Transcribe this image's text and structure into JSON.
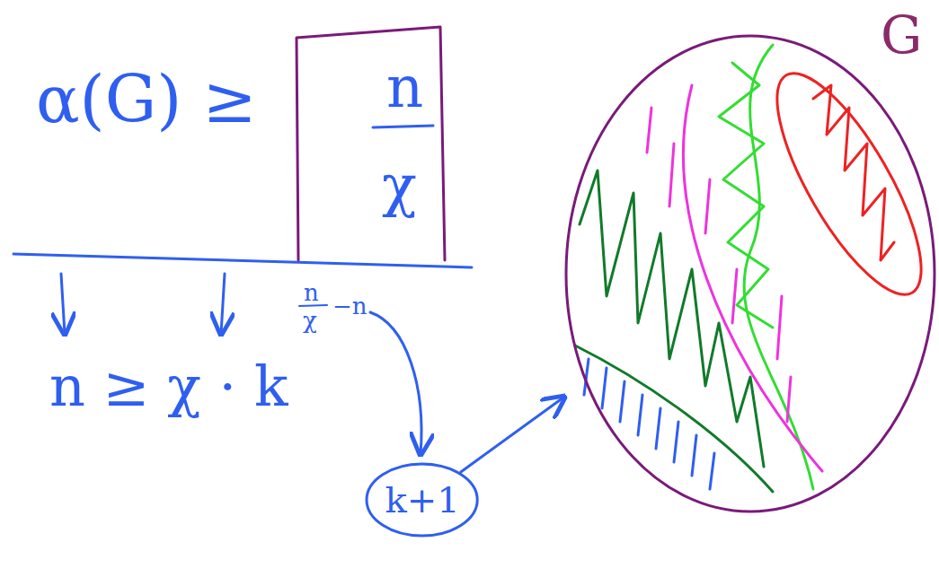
{
  "diagram": {
    "nodes": [
      {
        "text": [
          "G"
        ]
      },
      {
        "text": [
          "k+1"
        ]
      }
    ],
    "edges": [
      {
        "from": 1,
        "to": 0,
        "arrow": "to"
      }
    ],
    "labels": [
      "α(G) ≥",
      "n",
      "χ",
      "n ≥ χ · k",
      "n",
      "χ",
      "−n"
    ]
  }
}
